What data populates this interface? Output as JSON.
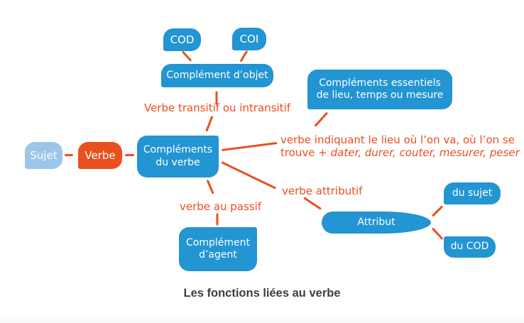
{
  "palette": {
    "node_blue": "#2295d2",
    "node_light_blue": "#9cc6e9",
    "accent_orange": "#e8501e",
    "title_color": "#3c4043",
    "background": "#ffffff"
  },
  "title": "Les fonctions liées au verbe",
  "nodes": {
    "cod": "COD",
    "coi": "COI",
    "complement_objet": "Complément d’objet",
    "sujet": "Sujet",
    "verbe": "Verbe",
    "complements_verbe": "Compléments\ndu verbe",
    "complements_essentiels": "Compléments essentiels\nde lieu, temps ou mesure",
    "attribut": "Attribut",
    "du_sujet": "du sujet",
    "du_cod": "du COD",
    "complement_agent": "Complément\nd’agent"
  },
  "labels": {
    "verbe_transitif": "Verbe transitif ou intransitif",
    "verbe_indiquant_line1": "verbe indiquant le lieu où l’on va, où l’on se",
    "verbe_indiquant_line2_normal": "trouve + ",
    "verbe_indiquant_line2_italic": "dater, durer, couter, mesurer, peser",
    "verbe_attributif": "verbe attributif",
    "verbe_au_passif": "verbe au passif"
  }
}
